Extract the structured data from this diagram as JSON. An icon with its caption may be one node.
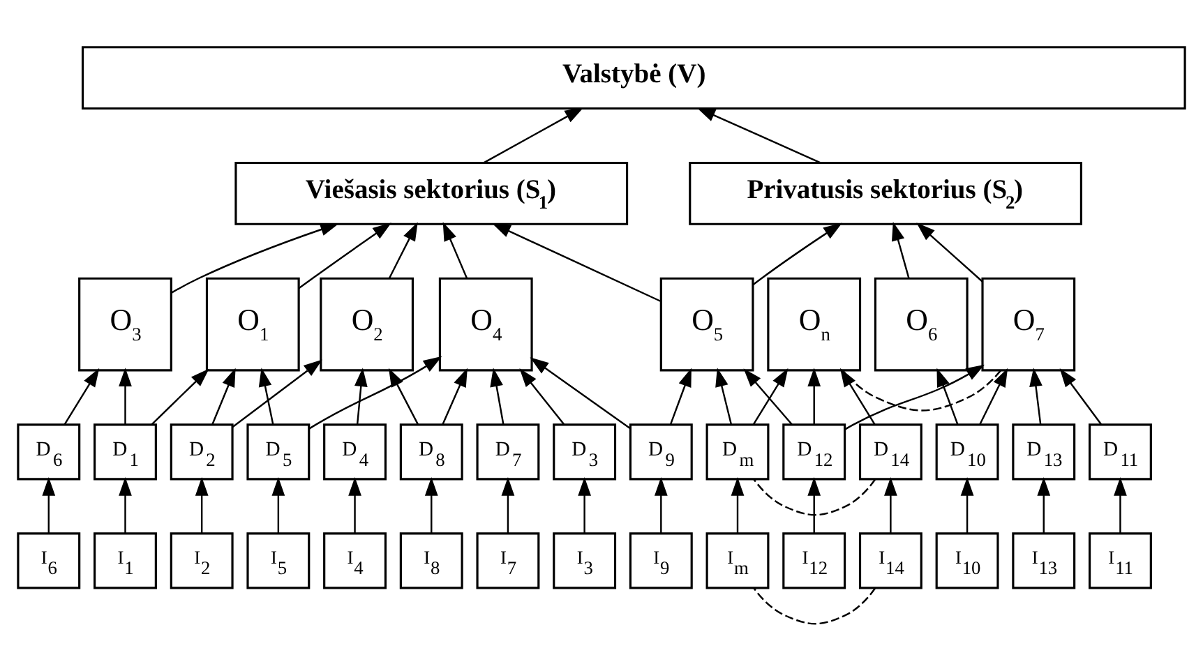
{
  "diagram": {
    "nodes": [
      {
        "text": [
          "Valstybė (V)"
        ]
      },
      {
        "text": [
          "Viešasis sektorius (S$_{1}$)"
        ]
      },
      {
        "text": [
          "Privatusis sektorius (S$_{2}$)"
        ]
      },
      {
        "text": [
          "O$_{1}$"
        ]
      },
      {
        "text": [
          "O$_{2}$"
        ]
      },
      {
        "text": [
          "O$_{3}$"
        ]
      },
      {
        "text": [
          "O$_{4}$"
        ]
      },
      {
        "text": [
          "O$_{5}$"
        ]
      },
      {
        "text": [
          "O$_{6}$"
        ]
      },
      {
        "text": [
          "O$_{7}$"
        ]
      },
      {
        "text": [
          "O$_{n}$"
        ]
      },
      {
        "text": [
          "D$_{1}$"
        ]
      },
      {
        "text": [
          "D$_{2}$"
        ]
      },
      {
        "text": [
          "D$_{3}$"
        ]
      },
      {
        "text": [
          "D$_{4}$"
        ]
      },
      {
        "text": [
          "D$_{5}$"
        ]
      },
      {
        "text": [
          "D$_{6}$"
        ]
      },
      {
        "text": [
          "D$_{7}$"
        ]
      },
      {
        "text": [
          "D$_{8}$"
        ]
      },
      {
        "text": [
          "D$_{9}$"
        ]
      },
      {
        "text": [
          "D$_{10}$"
        ]
      },
      {
        "text": [
          "D$_{11}$"
        ]
      },
      {
        "text": [
          "D$_{12}$"
        ]
      },
      {
        "text": [
          "D$_{13}$"
        ]
      },
      {
        "text": [
          "D$_{14}$"
        ]
      },
      {
        "text": [
          "D$_{m}$"
        ]
      },
      {
        "text": [
          "I$_{1}$"
        ]
      },
      {
        "text": [
          "I$_{2}$"
        ]
      },
      {
        "text": [
          "I$_{3}$"
        ]
      },
      {
        "text": [
          "I$_{4}$"
        ]
      },
      {
        "text": [
          "I$_{5}$"
        ]
      },
      {
        "text": [
          "I$_{6}$"
        ]
      },
      {
        "text": [
          "I$_{7}$"
        ]
      },
      {
        "text": [
          "I$_{8}$"
        ]
      },
      {
        "text": [
          "I$_{9}$"
        ]
      },
      {
        "text": [
          "I$_{10}$"
        ]
      },
      {
        "text": [
          "I$_{11}$"
        ]
      },
      {
        "text": [
          "I$_{12}$"
        ]
      },
      {
        "text": [
          "I$_{13}$"
        ]
      },
      {
        "text": [
          "I$_{14}$"
        ]
      },
      {
        "text": [
          "I$_{m}$"
        ]
      }
    ],
    "edges": [
      {
        "from": 1,
        "to": 0,
        "arrow": "to"
      },
      {
        "from": 2,
        "to": 0,
        "arrow": "to"
      },
      {
        "from": 3,
        "to": 1,
        "arrow": "to"
      },
      {
        "from": 4,
        "to": 1,
        "arrow": "to"
      },
      {
        "from": 5,
        "to": 1,
        "arrow": "to"
      },
      {
        "from": 6,
        "to": 1,
        "arrow": "to"
      },
      {
        "from": 7,
        "to": 1,
        "arrow": "to"
      },
      {
        "from": 7,
        "to": 2,
        "arrow": "to"
      },
      {
        "from": 8,
        "to": 2,
        "arrow": "to"
      },
      {
        "from": 9,
        "to": 2,
        "arrow": "to"
      },
      {
        "from": 9,
        "to": 10,
        "arrow": "none",
        "style": "dashed"
      },
      {
        "from": 11,
        "to": 3,
        "arrow": "to"
      },
      {
        "from": 12,
        "to": 3,
        "arrow": "to"
      },
      {
        "from": 15,
        "to": 3,
        "arrow": "to"
      },
      {
        "from": 12,
        "to": 4,
        "arrow": "to"
      },
      {
        "from": 14,
        "to": 4,
        "arrow": "to"
      },
      {
        "from": 18,
        "to": 4,
        "arrow": "to"
      },
      {
        "from": 11,
        "to": 5,
        "arrow": "to"
      },
      {
        "from": 16,
        "to": 5,
        "arrow": "to"
      },
      {
        "from": 13,
        "to": 6,
        "arrow": "to"
      },
      {
        "from": 15,
        "to": 6,
        "arrow": "to"
      },
      {
        "from": 17,
        "to": 6,
        "arrow": "to"
      },
      {
        "from": 18,
        "to": 6,
        "arrow": "to"
      },
      {
        "from": 19,
        "to": 6,
        "arrow": "to"
      },
      {
        "from": 19,
        "to": 7,
        "arrow": "to"
      },
      {
        "from": 22,
        "to": 7,
        "arrow": "to"
      },
      {
        "from": 25,
        "to": 7,
        "arrow": "to"
      },
      {
        "from": 20,
        "to": 8,
        "arrow": "to"
      },
      {
        "from": 20,
        "to": 9,
        "arrow": "to"
      },
      {
        "from": 21,
        "to": 9,
        "arrow": "to"
      },
      {
        "from": 22,
        "to": 9,
        "arrow": "to"
      },
      {
        "from": 23,
        "to": 9,
        "arrow": "to"
      },
      {
        "from": 22,
        "to": 10,
        "arrow": "to"
      },
      {
        "from": 24,
        "to": 10,
        "arrow": "to"
      },
      {
        "from": 25,
        "to": 10,
        "arrow": "to"
      },
      {
        "from": 24,
        "to": 25,
        "arrow": "none",
        "style": "dashed"
      },
      {
        "from": 26,
        "to": 11,
        "arrow": "to"
      },
      {
        "from": 27,
        "to": 12,
        "arrow": "to"
      },
      {
        "from": 28,
        "to": 13,
        "arrow": "to"
      },
      {
        "from": 29,
        "to": 14,
        "arrow": "to"
      },
      {
        "from": 30,
        "to": 15,
        "arrow": "to"
      },
      {
        "from": 31,
        "to": 16,
        "arrow": "to"
      },
      {
        "from": 32,
        "to": 17,
        "arrow": "to"
      },
      {
        "from": 33,
        "to": 18,
        "arrow": "to"
      },
      {
        "from": 34,
        "to": 19,
        "arrow": "to"
      },
      {
        "from": 35,
        "to": 20,
        "arrow": "to"
      },
      {
        "from": 36,
        "to": 21,
        "arrow": "to"
      },
      {
        "from": 37,
        "to": 22,
        "arrow": "to"
      },
      {
        "from": 38,
        "to": 23,
        "arrow": "to"
      },
      {
        "from": 39,
        "to": 24,
        "arrow": "to"
      },
      {
        "from": 39,
        "to": 40,
        "arrow": "none",
        "style": "dashed"
      },
      {
        "from": 40,
        "to": 25,
        "arrow": "to"
      }
    ]
  }
}
